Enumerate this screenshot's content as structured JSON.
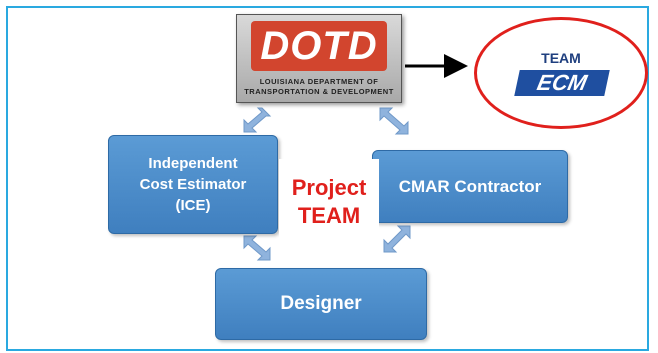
{
  "dotd": {
    "logo_text": "DOTD",
    "line1": "LOUISIANA DEPARTMENT OF",
    "line2": "TRANSPORTATION & DEVELOPMENT"
  },
  "team_ecm": {
    "team_label": "TEAM",
    "ecm_label": "ECM"
  },
  "nodes": {
    "ice": [
      "Independent",
      "Cost Estimator",
      "(ICE)"
    ],
    "cmar": "CMAR Contractor",
    "designer": "Designer"
  },
  "center": {
    "line1": "Project",
    "line2": "TEAM"
  },
  "colors": {
    "box": "#4f8fcf",
    "arrow": "#8fb3dd",
    "accent_red": "#e0201c",
    "border": "#2aa9e0"
  }
}
